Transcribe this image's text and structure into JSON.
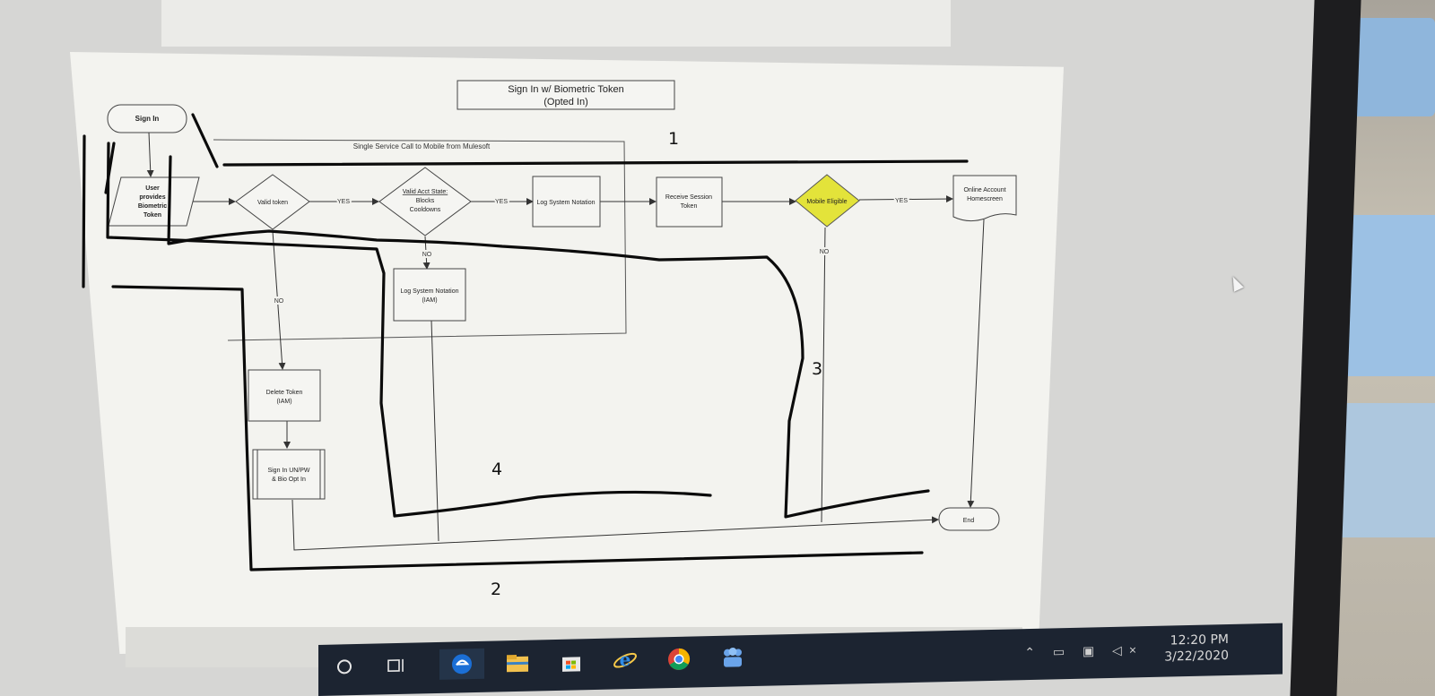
{
  "diagram": {
    "title_line1": "Sign In w/ Biometric Token",
    "title_line2": "(Opted In)",
    "group_label": "Single Service Call to Mobile from Mulesoft",
    "nodes": {
      "sign_in": "Sign In",
      "user_provides_l1": "User",
      "user_provides_l2": "provides",
      "user_provides_l3": "Biometric",
      "user_provides_l4": "Token",
      "valid_token": "Valid token",
      "valid_acct_l1": "Valid Acct State:",
      "valid_acct_l2": "Blocks",
      "valid_acct_l3": "Cooldowns",
      "log_notation": "Log System Notation",
      "receive_session_l1": "Receive Session",
      "receive_session_l2": "Token",
      "mobile_eligible": "Mobile Eligible",
      "online_account_l1": "Online Account",
      "online_account_l2": "Homescreen",
      "log_notation_iam_l1": "Log System Notation",
      "log_notation_iam_l2": "(IAM)",
      "delete_token_l1": "Delete Token",
      "delete_token_l2": "(IAM)",
      "sign_in_unpw_l1": "Sign In UN/PW",
      "sign_in_unpw_l2": "& Bio Opt In",
      "end": "End"
    },
    "edge_labels": {
      "yes1": "YES",
      "yes2": "YES",
      "yes3": "YES",
      "no1": "NO",
      "no2": "NO",
      "no3": "NO"
    },
    "handwritten_numbers": [
      "1",
      "2",
      "3",
      "4"
    ]
  },
  "taskbar": {
    "time": "12:20 PM",
    "date": "3/22/2020",
    "apps": [
      "search-circle-icon",
      "task-view-icon",
      "edge-icon",
      "file-explorer-icon",
      "store-icon",
      "ie-icon",
      "chrome-icon",
      "teams-icon"
    ]
  },
  "colors": {
    "decision_highlight": "#e3e33a",
    "taskbar": "#1c2431",
    "marker": "#0b0b0b"
  }
}
